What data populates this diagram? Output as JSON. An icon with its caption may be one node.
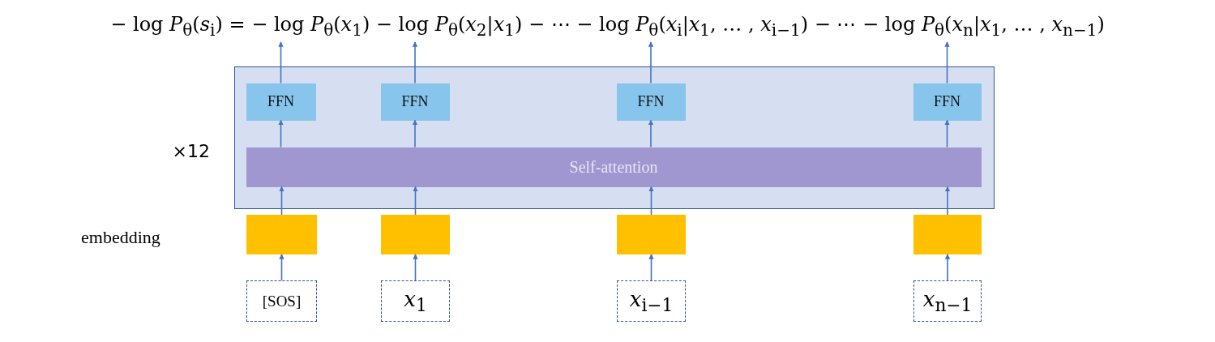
{
  "diagram": {
    "nodes": [
      {
        "text": [],
        "shape": "box",
        "beside": [
          "×12"
        ]
      },
      {
        "text": [
          "FFN"
        ],
        "in": 0
      },
      {
        "text": [
          "FFN"
        ],
        "in": 0
      },
      {
        "text": [
          "FFN"
        ],
        "in": 0
      },
      {
        "text": [
          "FFN"
        ],
        "in": 0
      },
      {
        "text": [
          "Self-attention"
        ],
        "in": 0
      },
      {
        "text": [],
        "shape": "box"
      },
      {
        "text": [],
        "shape": "box"
      },
      {
        "text": [],
        "shape": "box"
      },
      {
        "text": [],
        "shape": "box"
      },
      {
        "text": [
          "[SOS]"
        ]
      },
      {
        "text": [
          "*x*$_{1}$"
        ]
      },
      {
        "text": [
          "*x*$_{i−1}$"
        ]
      },
      {
        "text": [
          "*x*$_{n−1}$"
        ]
      },
      {
        "text": [
          "− log *P*$_{θ}$(*s*$_{i}$) = − log *P*$_{θ}$(*x*$_{1}$) − log *P*$_{θ}$(*x*$_{2}$|*x*$_{1}$) − ⋯ − log *P*$_{θ}$(*x*$_{i}$|*x*$_{1}$, … , *x*$_{i−1}$) − ⋯ − log *P*$_{θ}$(*x*$_{n}$|*x*$_{1}$, … , *x*$_{n−1}$)"
        ]
      }
    ],
    "edges": [
      {
        "from": 10,
        "to": 6,
        "arrow": "to"
      },
      {
        "from": 11,
        "to": 7,
        "arrow": "to"
      },
      {
        "from": 12,
        "to": 8,
        "arrow": "to"
      },
      {
        "from": 13,
        "to": 9,
        "arrow": "to"
      },
      {
        "from": 6,
        "to": 5,
        "arrow": "to"
      },
      {
        "from": 7,
        "to": 5,
        "arrow": "to"
      },
      {
        "from": 8,
        "to": 5,
        "arrow": "to"
      },
      {
        "from": 9,
        "to": 5,
        "arrow": "to"
      },
      {
        "from": 5,
        "to": 1,
        "arrow": "to"
      },
      {
        "from": 5,
        "to": 2,
        "arrow": "to"
      },
      {
        "from": 5,
        "to": 3,
        "arrow": "to"
      },
      {
        "from": 5,
        "to": 4,
        "arrow": "to"
      },
      {
        "from": 1,
        "to": 14,
        "arrow": "to"
      },
      {
        "from": 2,
        "to": 14,
        "arrow": "to"
      },
      {
        "from": 3,
        "to": 14,
        "arrow": "to"
      },
      {
        "from": 4,
        "to": 14,
        "arrow": "to"
      }
    ],
    "labels": [
      "embedding"
    ]
  }
}
